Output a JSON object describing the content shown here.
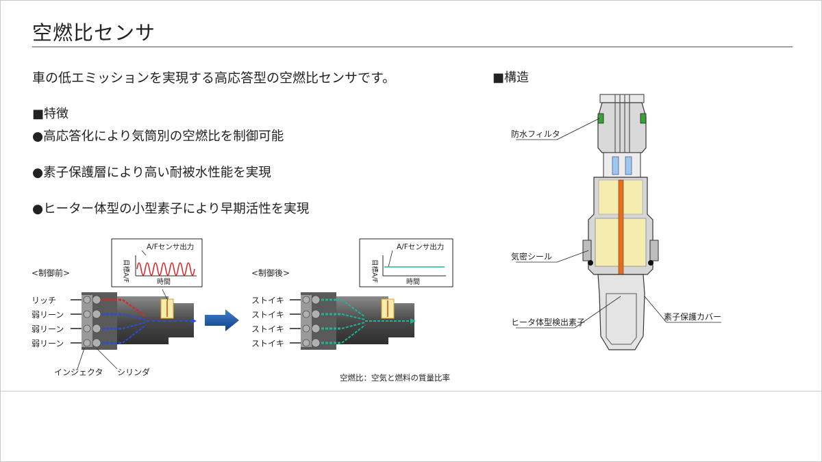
{
  "title": "空燃比センサ",
  "intro": "車の低エミッションを実現する高応答型の空燃比センサです。",
  "features": {
    "heading": "■特徴",
    "items": [
      "●高応答化により気筒別の空燃比を制御可能",
      "●素子保護層により高い耐被水性能を実現",
      "●ヒーター体型の小型素子により早期活性を実現"
    ]
  },
  "diagram": {
    "before": {
      "label": "<制御前>",
      "graph_title": "A/Fセンサ出力",
      "y_label": "目標A/F",
      "x_label": "時間",
      "cylinders": [
        "リッチ",
        "弱リーン",
        "弱リーン",
        "弱リーン"
      ],
      "injector_label": "インジェクタ",
      "cylinder_label": "シリンダ"
    },
    "after": {
      "label": "<制御後>",
      "graph_title": "A/Fセンサ出力",
      "y_label": "目標A/F",
      "x_label": "時間",
      "cylinders": [
        "ストイキ",
        "ストイキ",
        "ストイキ",
        "ストイキ"
      ]
    },
    "note": "空燃比：空気と燃料の質量比率"
  },
  "structure": {
    "heading": "■構造",
    "labels": {
      "waterproof_filter": "防水フィルタ",
      "seal": "気密シール",
      "element": "ヒータ体型検出素子",
      "cover": "素子保護カバー"
    }
  },
  "colors": {
    "rich_flow": "#d62828",
    "lean_flow": "#2a4fd6",
    "stoich_flow": "#21b39a",
    "sensor_body": "#f5ecb0",
    "element": "#e07020",
    "arrow": "#1f5aa8"
  }
}
